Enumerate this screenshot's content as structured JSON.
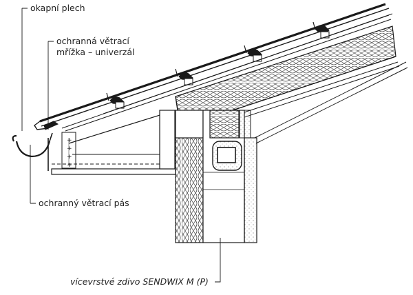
{
  "labels": {
    "drip_edge": "okapní plech",
    "grille_line1": "ochranná větrací",
    "grille_line2": "mřížka – univerzál",
    "vent_strip": "ochranný větrací pás",
    "masonry": "vícevrstvé zdivo SENDWIX M (P)"
  },
  "colors": {
    "line": "#1a1a1a",
    "hatch": "#555555",
    "bg": "#ffffff"
  }
}
